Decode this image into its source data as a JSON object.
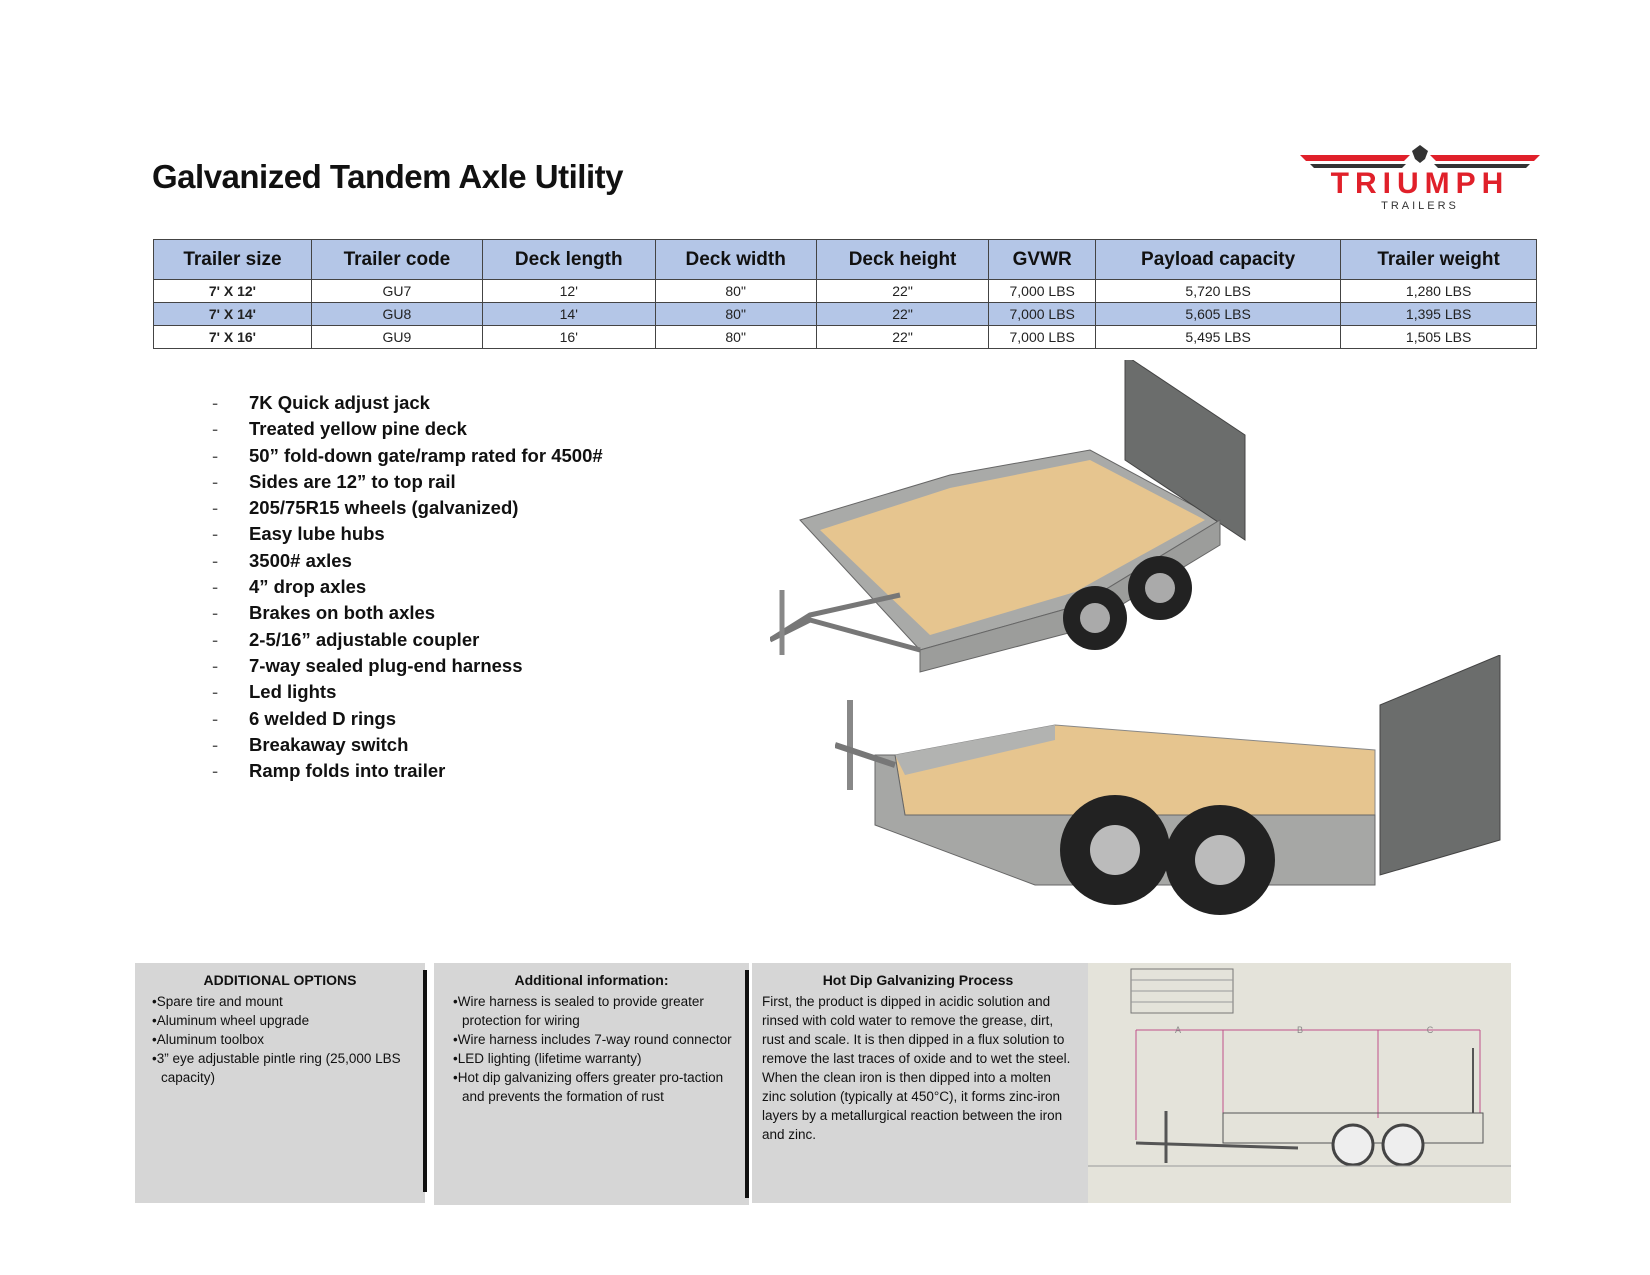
{
  "title": "Galvanized Tandem Axle Utility",
  "logo": {
    "brand": "TRIUMPH",
    "sub": "TRAILERS",
    "color": "#e0202a"
  },
  "spec_table": {
    "headers": [
      "Trailer size",
      "Trailer code",
      "Deck length",
      "Deck width",
      "Deck height",
      "GVWR",
      "Payload capacity",
      "Trailer weight"
    ],
    "rows": [
      [
        "7' X 12'",
        "GU7",
        "12'",
        "80\"",
        "22\"",
        "7,000 LBS",
        "5,720 LBS",
        "1,280 LBS"
      ],
      [
        "7' X 14'",
        "GU8",
        "14'",
        "80\"",
        "22\"",
        "7,000 LBS",
        "5,605 LBS",
        "1,395 LBS"
      ],
      [
        "7' X 16'",
        "GU9",
        "16'",
        "80\"",
        "22\"",
        "7,000 LBS",
        "5,495 LBS",
        "1,505 LBS"
      ]
    ]
  },
  "features": [
    "7K Quick adjust jack",
    "Treated yellow pine deck",
    "50” fold-down gate/ramp rated for 4500#",
    "Sides are 12” to top rail",
    "205/75R15 wheels (galvanized)",
    "Easy lube hubs",
    "3500# axles",
    "4” drop axles",
    "Brakes on both axles",
    "2-5/16” adjustable coupler",
    "7-way sealed plug-end harness",
    "Led lights",
    "6 welded D rings",
    "Breakaway switch",
    "Ramp folds into trailer"
  ],
  "additional_options": {
    "title": "ADDITIONAL OPTIONS",
    "items": [
      "Spare tire and mount",
      "Aluminum wheel upgrade",
      "Aluminum toolbox",
      "3” eye adjustable pintle ring (25,000 LBS capacity)"
    ]
  },
  "additional_info": {
    "title": "Additional information:",
    "items": [
      "Wire harness is sealed to provide greater protection for wiring",
      "Wire harness includes 7-way round connector",
      "LED lighting (lifetime warranty)",
      "Hot dip galvanizing offers greater pro-taction and prevents the formation of rust"
    ]
  },
  "galvanizing": {
    "title": "Hot Dip Galvanizing Process",
    "text": "First, the product is dipped in acidic solution and rinsed with cold water to remove the grease, dirt, rust and scale. It is then dipped in a flux solution to remove the last traces of oxide and to wet the steel. When the clean iron is then dipped into a molten zinc solution (typically at 450°C), it forms zinc-iron layers by a metallurgical reaction between the iron and zinc."
  },
  "drawing": {
    "dims": [
      "A",
      "B",
      "C"
    ]
  }
}
